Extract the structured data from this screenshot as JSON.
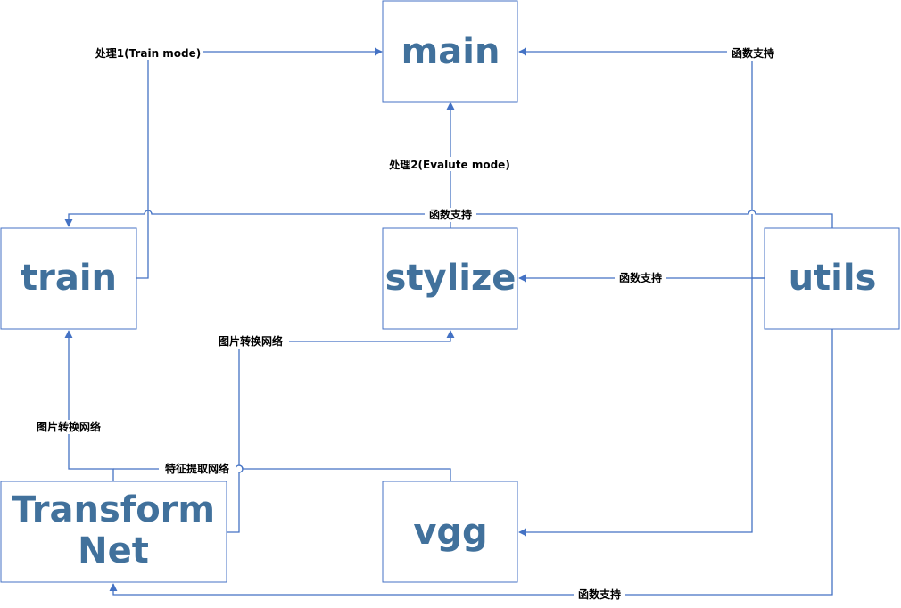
{
  "nodes": {
    "main": "main",
    "train": "train",
    "stylize": "stylize",
    "utils": "utils",
    "transform_net": [
      "Transform",
      "Net"
    ],
    "vgg": "vgg"
  },
  "edge_labels": {
    "process1": "处理1(Train mode)",
    "process2": "处理2(Evalute mode)",
    "utils_to_main": "函数支持",
    "utils_to_train": "函数支持",
    "utils_to_stylize": "函数支持",
    "utils_to_transform": "函数支持",
    "transform_to_stylize": "图片转换网络",
    "transform_to_train": "图片转换网络",
    "vgg_to_train": "特征提取网络"
  },
  "colors": {
    "node_border": "#4472c4",
    "node_text": "#41719c",
    "edge": "#4472c4",
    "label_text": "#000000"
  }
}
